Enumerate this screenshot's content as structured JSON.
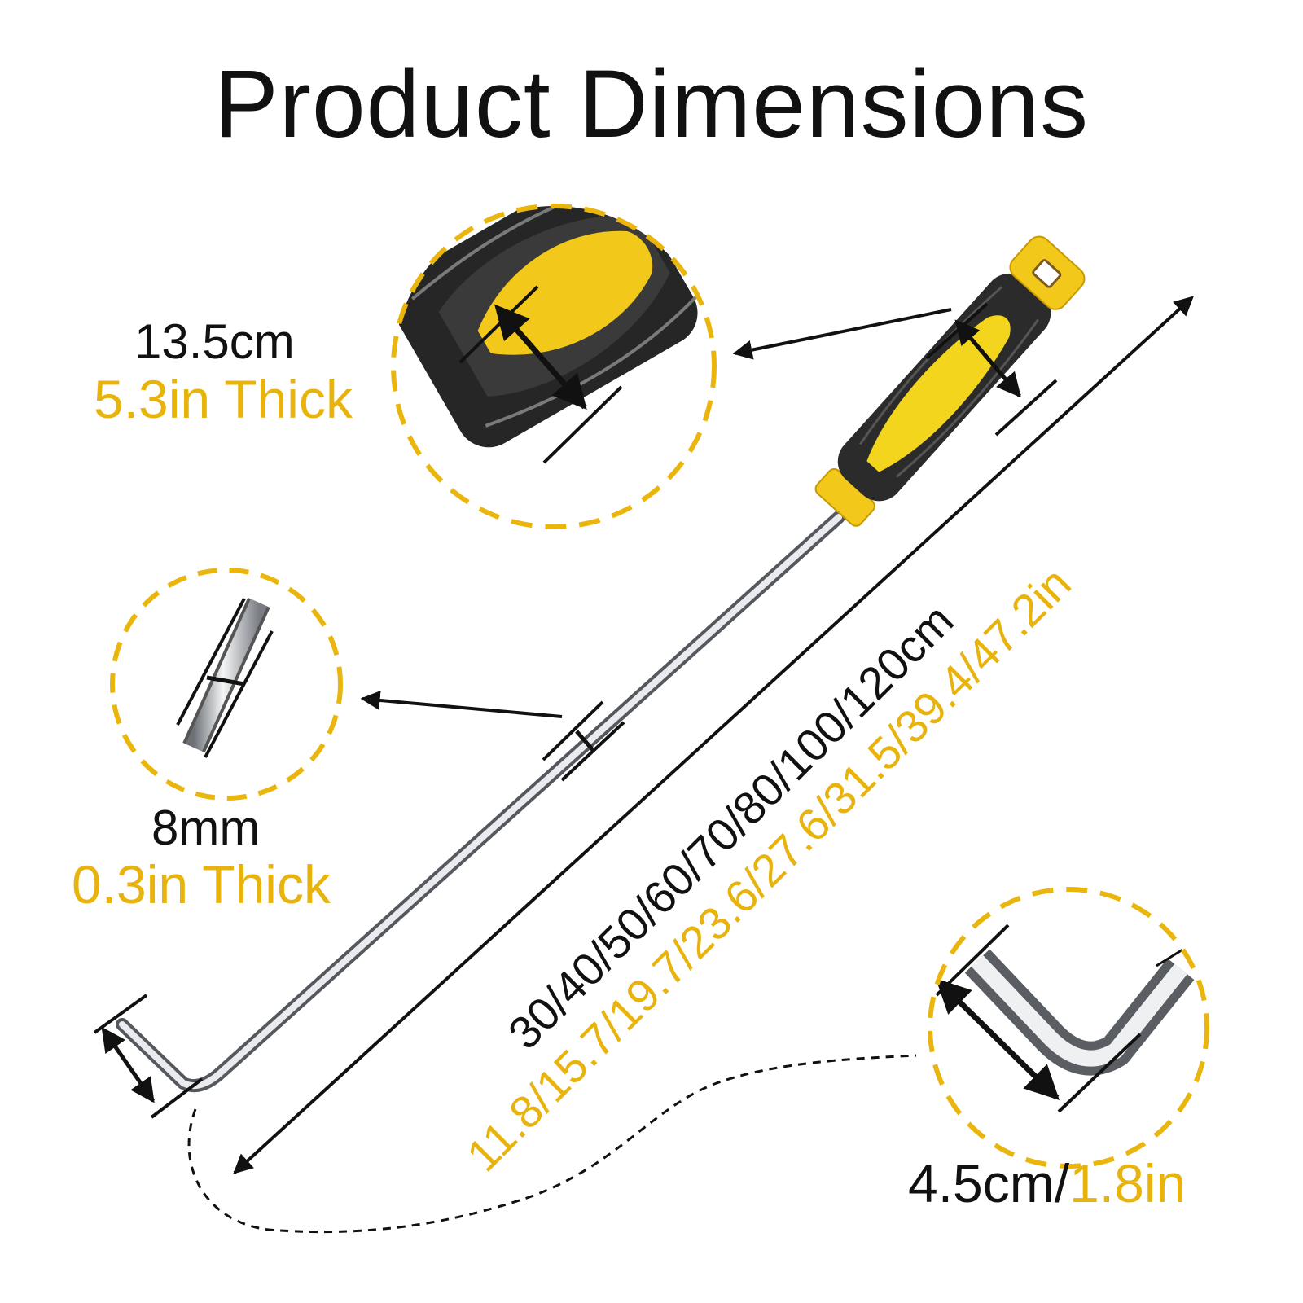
{
  "title": "Product Dimensions",
  "handle": {
    "size_cm": "13.5cm",
    "size_in": "5.3in Thick"
  },
  "shaft": {
    "size_mm": "8mm",
    "size_in": "0.3in Thick"
  },
  "hook": {
    "size_cm": "4.5cm/",
    "size_in": "1.8in"
  },
  "length": {
    "cm": "30/40/50/60/70/80/100/120cm",
    "in": "11.8/15.7/19.7/23.6/27.6/31.5/39.4/47.2in"
  },
  "colors": {
    "accent": "#e8b30c",
    "text": "#111111",
    "handle_black": "#2b2b2b",
    "steel": "#c9ccd0"
  },
  "icons": [
    "magnify-circle-icon",
    "arrow-icon",
    "double-arrow-icon"
  ]
}
